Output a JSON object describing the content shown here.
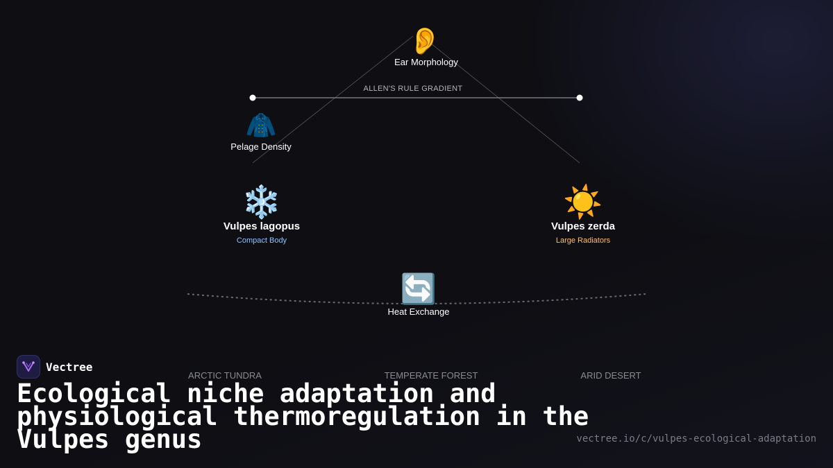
{
  "diagram": {
    "gradient_label": "ALLEN'S RULE GRADIENT",
    "nodes": {
      "ear": {
        "icon": "ear-icon",
        "glyph": "👂",
        "label": "Ear Morphology"
      },
      "pelage": {
        "icon": "coat-icon",
        "glyph": "🧥",
        "label": "Pelage Density"
      },
      "lagopus": {
        "icon": "snowflake-icon",
        "glyph": "❄️",
        "label": "Vulpes lagopus",
        "sublabel": "Compact Body",
        "accent": "#8ec5ff"
      },
      "zerda": {
        "icon": "sun-icon",
        "glyph": "☀️",
        "label": "Vulpes zerda",
        "sublabel": "Large Radiators",
        "accent": "#ffc06a"
      },
      "heat": {
        "icon": "cycle-arrows-icon",
        "glyph": "🔄",
        "label": "Heat Exchange"
      }
    },
    "zones": [
      "ARCTIC TUNDRA",
      "TEMPERATE FOREST",
      "ARID DESERT"
    ]
  },
  "brand": {
    "name": "Vectree",
    "logo_icon": "vectree-logo-icon",
    "accent": "#b06cf0"
  },
  "title": "Ecological niche adaptation and physiological thermoregulation in the Vulpes genus",
  "url": "vectree.io/c/vulpes-ecological-adaptation"
}
